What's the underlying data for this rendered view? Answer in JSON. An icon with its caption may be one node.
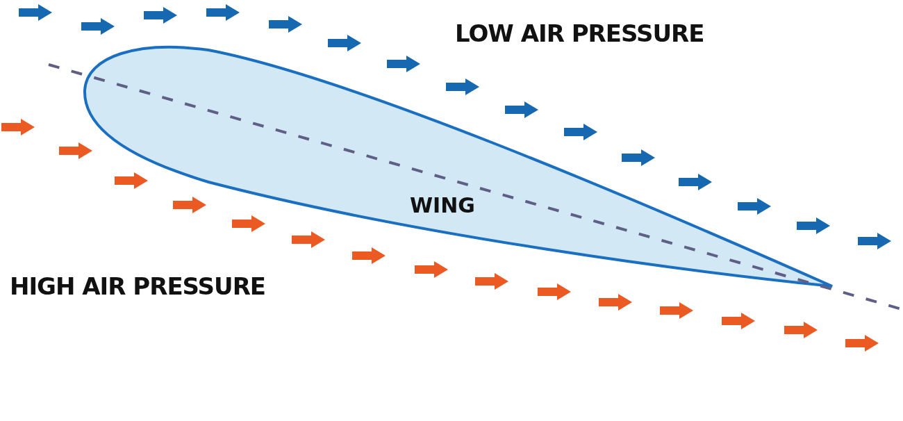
{
  "diagram": {
    "nodes": [
      {
        "text": [
          "WING"
        ]
      }
    ],
    "labels": [
      "LOW AIR PRESSURE",
      "HIGH AIR PRESSURE"
    ]
  }
}
